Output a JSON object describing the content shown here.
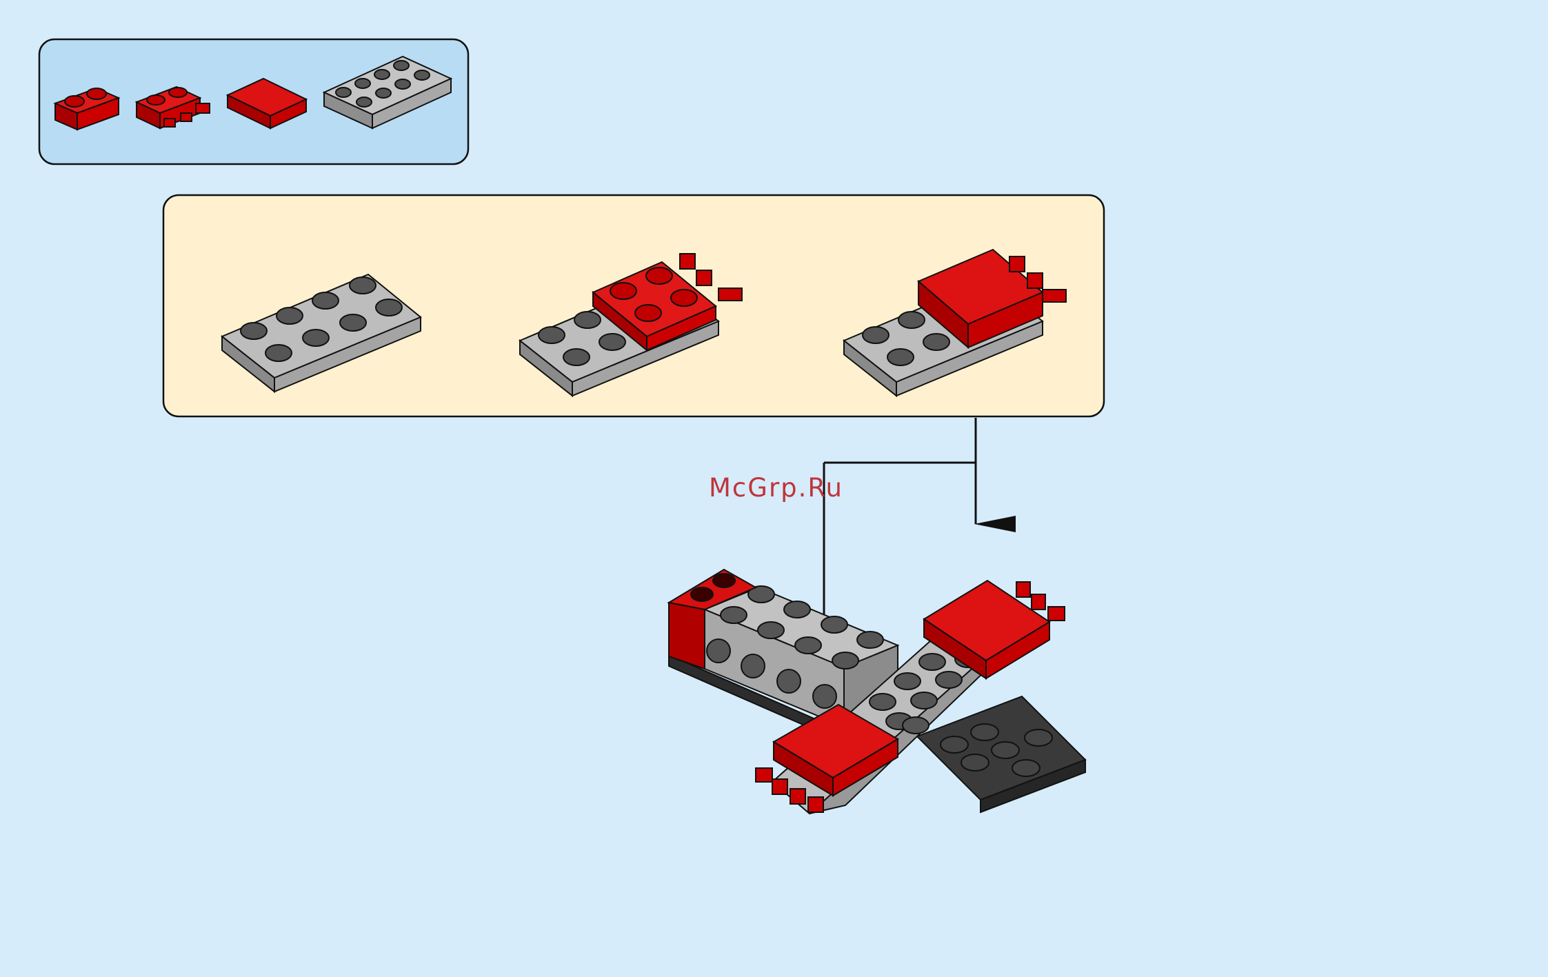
{
  "watermark": {
    "text": "McGrp.Ru"
  },
  "colors": {
    "background": "#d6ecfa",
    "parts_panel": "#b9dcf5",
    "sub_step_panel": "#fff1cf",
    "brick_red": "#cc0000",
    "brick_gray": "#b4b4b4",
    "brick_dark": "#2e2e2e",
    "outline": "#111111"
  },
  "parts_panel": {
    "parts": [
      {
        "name": "plate-1x2",
        "color": "red",
        "icon": "red-plate-1x2-icon"
      },
      {
        "name": "plate-1x2-with-clips",
        "color": "red",
        "icon": "red-clip-plate-icon"
      },
      {
        "name": "tile-2x2",
        "color": "red",
        "icon": "red-tile-2x2-icon"
      },
      {
        "name": "plate-2x4",
        "color": "gray",
        "icon": "gray-plate-2x4-icon"
      }
    ]
  },
  "sub_steps": [
    {
      "name": "base-gray-plate",
      "icon": "substep-1-icon"
    },
    {
      "name": "add-red-clip-plate",
      "icon": "substep-2-icon"
    },
    {
      "name": "add-red-tile",
      "icon": "substep-3-icon"
    }
  ],
  "main_model": {
    "icon": "plane-assembly-icon",
    "wing_count": 2
  }
}
